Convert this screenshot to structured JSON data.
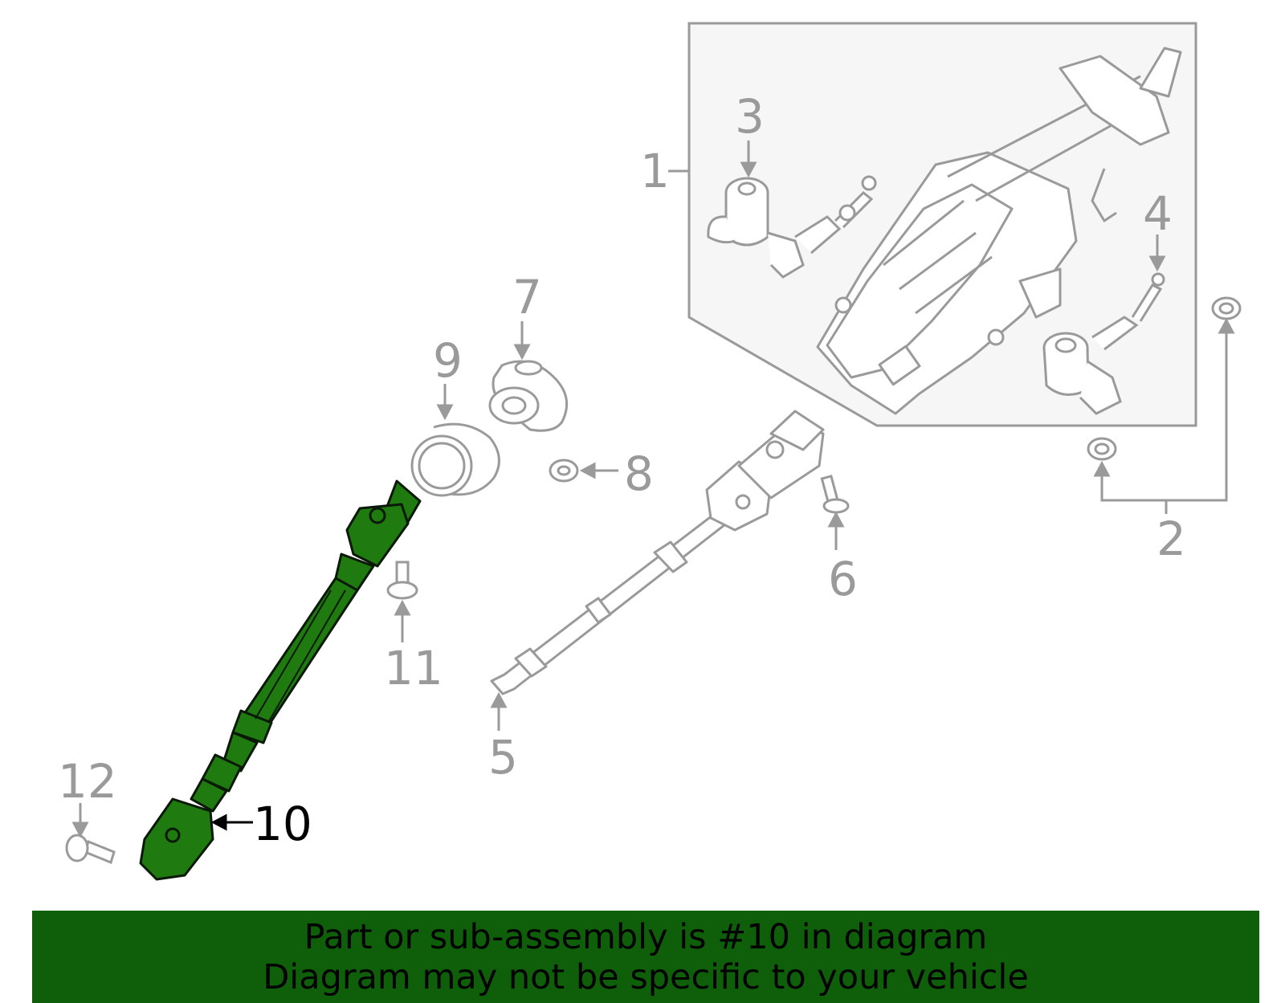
{
  "callouts": [
    {
      "id": "1",
      "text": "1",
      "active": false
    },
    {
      "id": "2",
      "text": "2",
      "active": false
    },
    {
      "id": "3",
      "text": "3",
      "active": false
    },
    {
      "id": "4",
      "text": "4",
      "active": false
    },
    {
      "id": "5",
      "text": "5",
      "active": false
    },
    {
      "id": "6",
      "text": "6",
      "active": false
    },
    {
      "id": "7",
      "text": "7",
      "active": false
    },
    {
      "id": "8",
      "text": "8",
      "active": false
    },
    {
      "id": "9",
      "text": "9",
      "active": false
    },
    {
      "id": "10",
      "text": "10",
      "active": true
    },
    {
      "id": "11",
      "text": "11",
      "active": false
    },
    {
      "id": "12",
      "text": "12",
      "active": false
    }
  ],
  "banner": {
    "line1": "Part or sub-assembly is #10 in diagram",
    "line2": "Diagram may not be specific to your vehicle"
  },
  "colors": {
    "highlight": "#1f7a10",
    "line": "#9a9a9a",
    "banner": "#0f5f0a",
    "panel": "#f6f6f6"
  }
}
